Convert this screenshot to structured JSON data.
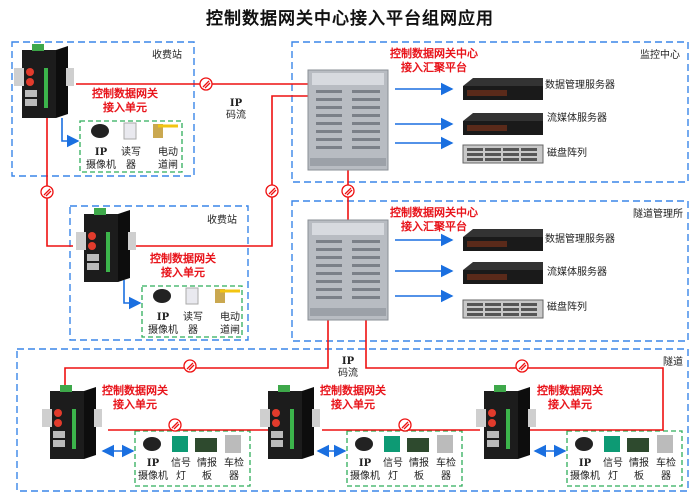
{
  "title": "控制数据网关中心接入平台组网应用",
  "zones": {
    "toll_station_1": "收费站",
    "toll_station_2": "收费站",
    "monitor_center": "监控中心",
    "tunnel_office": "隧道管理所",
    "tunnel": "隧道"
  },
  "gateway_unit_label": [
    "控制数据网关",
    "接入单元"
  ],
  "platform_label": [
    "控制数据网关中心",
    "接入汇聚平台"
  ],
  "ip_stream_label": [
    "IP",
    "码流"
  ],
  "servers": [
    "数据管理服务器",
    "流媒体服务器",
    "磁盘阵列"
  ],
  "toll_devices": [
    {
      "icon": "ip-camera-icon",
      "line1": "IP",
      "line2": "摄像机"
    },
    {
      "icon": "card-reader-icon",
      "line1": "读写",
      "line2": "器"
    },
    {
      "icon": "barrier-gate-icon",
      "line1": "电动",
      "line2": "道闸"
    }
  ],
  "tunnel_devices": [
    {
      "icon": "ip-camera-icon",
      "line1": "IP",
      "line2": "摄像机"
    },
    {
      "icon": "signal-light-icon",
      "line1": "信号",
      "line2": "灯"
    },
    {
      "icon": "info-board-icon",
      "line1": "情报",
      "line2": "板"
    },
    {
      "icon": "vehicle-detector-icon",
      "line1": "车检",
      "line2": "器"
    }
  ],
  "colors": {
    "link": "#ee1111",
    "dashed_zone": "#3a86e8",
    "device_group": "#2fae5a",
    "arrow": "#1a6fe0",
    "label_red": "#e8141b"
  }
}
